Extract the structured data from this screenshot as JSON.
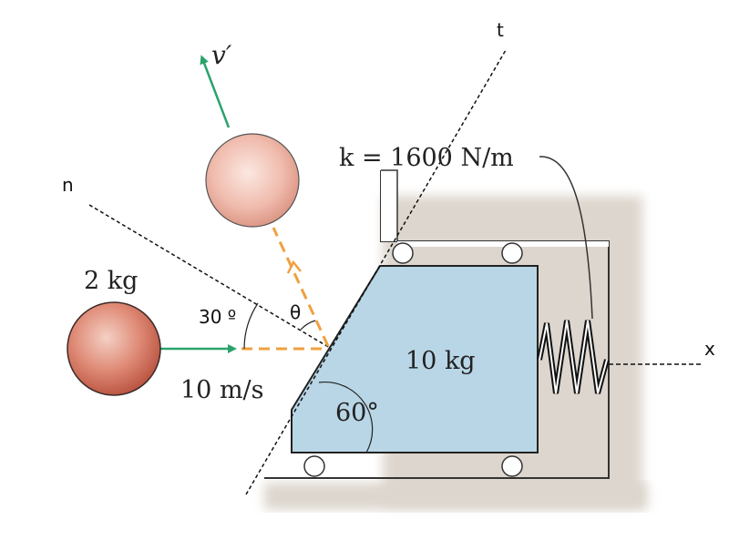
{
  "labels": {
    "t_axis": "t",
    "n_axis": "n",
    "x_axis": "x",
    "velocity_after": "v′",
    "spring_k": "k = 1600 N/m",
    "ball_mass": "2 kg",
    "ball_speed": "10 m/s",
    "block_mass": "10 kg",
    "angle_30": "30 º",
    "angle_theta": "θ",
    "angle_60": "60°"
  },
  "colors": {
    "velocity_arrow": "#2aa36b",
    "rebound_path": "#f0a040",
    "block_fill": "#b8d6e6",
    "wall_shadow": "#d8d2ca",
    "ball_before": "#d97a66",
    "ball_after": "#f2c2b6"
  }
}
